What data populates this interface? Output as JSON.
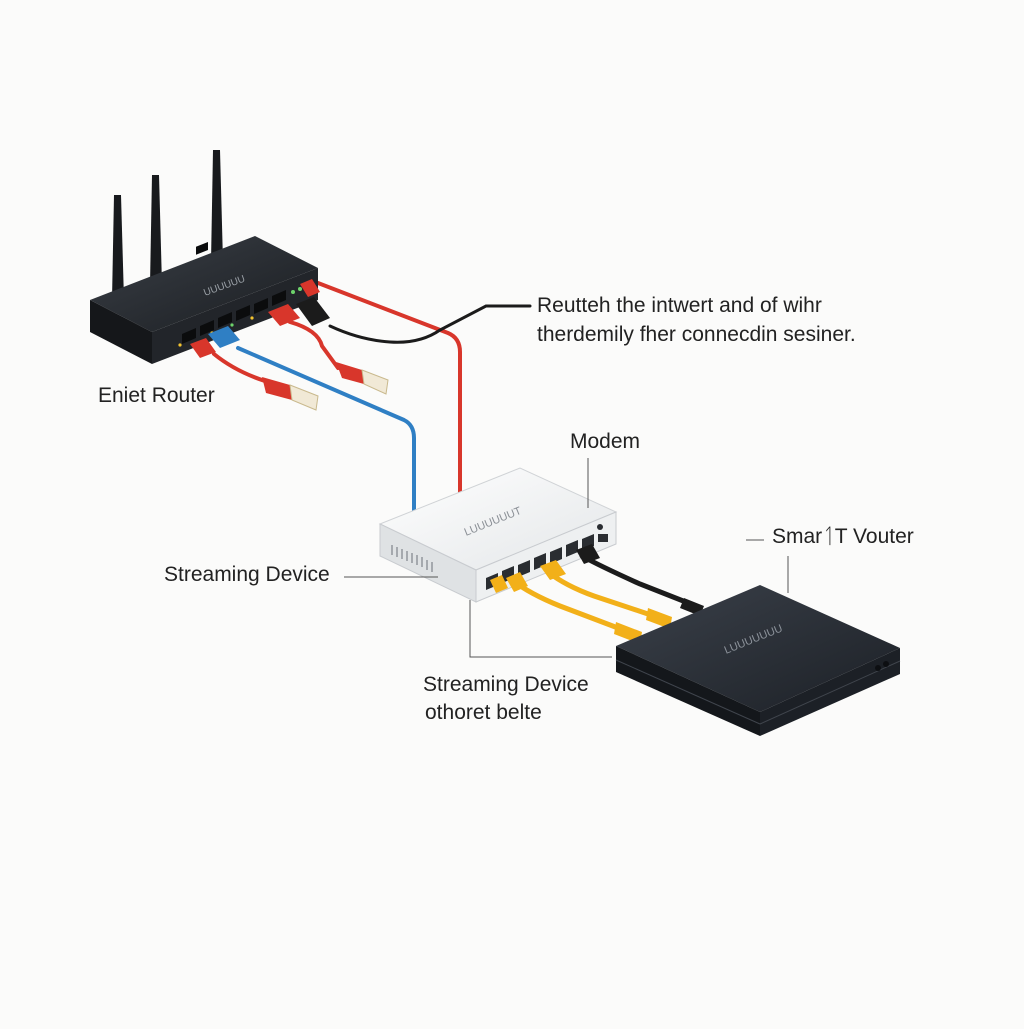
{
  "labels": {
    "caption_line_1": "Reutteh the intwert and of wihr",
    "caption_line_2": "therdemily fher connecdin sesiner.",
    "router": "Eniet Router",
    "modem": "Modem",
    "smart_vouter": "SmarᛐT Vouter",
    "streaming_device": "Streaming Device",
    "streaming_device_2_line_1": "Streaming Device",
    "streaming_device_2_line_2": "othoret belte"
  },
  "device_markings": {
    "router_brand": "UUUUUU",
    "switch_brand": "LUUUUUUT",
    "box_brand": "LUUUUUUU"
  },
  "colors": {
    "background": "#fbfbfa",
    "cable_red": "#d8362b",
    "cable_blue": "#2f7fc4",
    "cable_black": "#1b1b1b",
    "cable_yellow": "#f2b019",
    "router_body": "#1f2226",
    "switch_body": "#eceeef",
    "box_body": "#23272e"
  },
  "icons": [
    "router-device",
    "switch-device",
    "set-top-box-device",
    "ethernet-plug"
  ]
}
